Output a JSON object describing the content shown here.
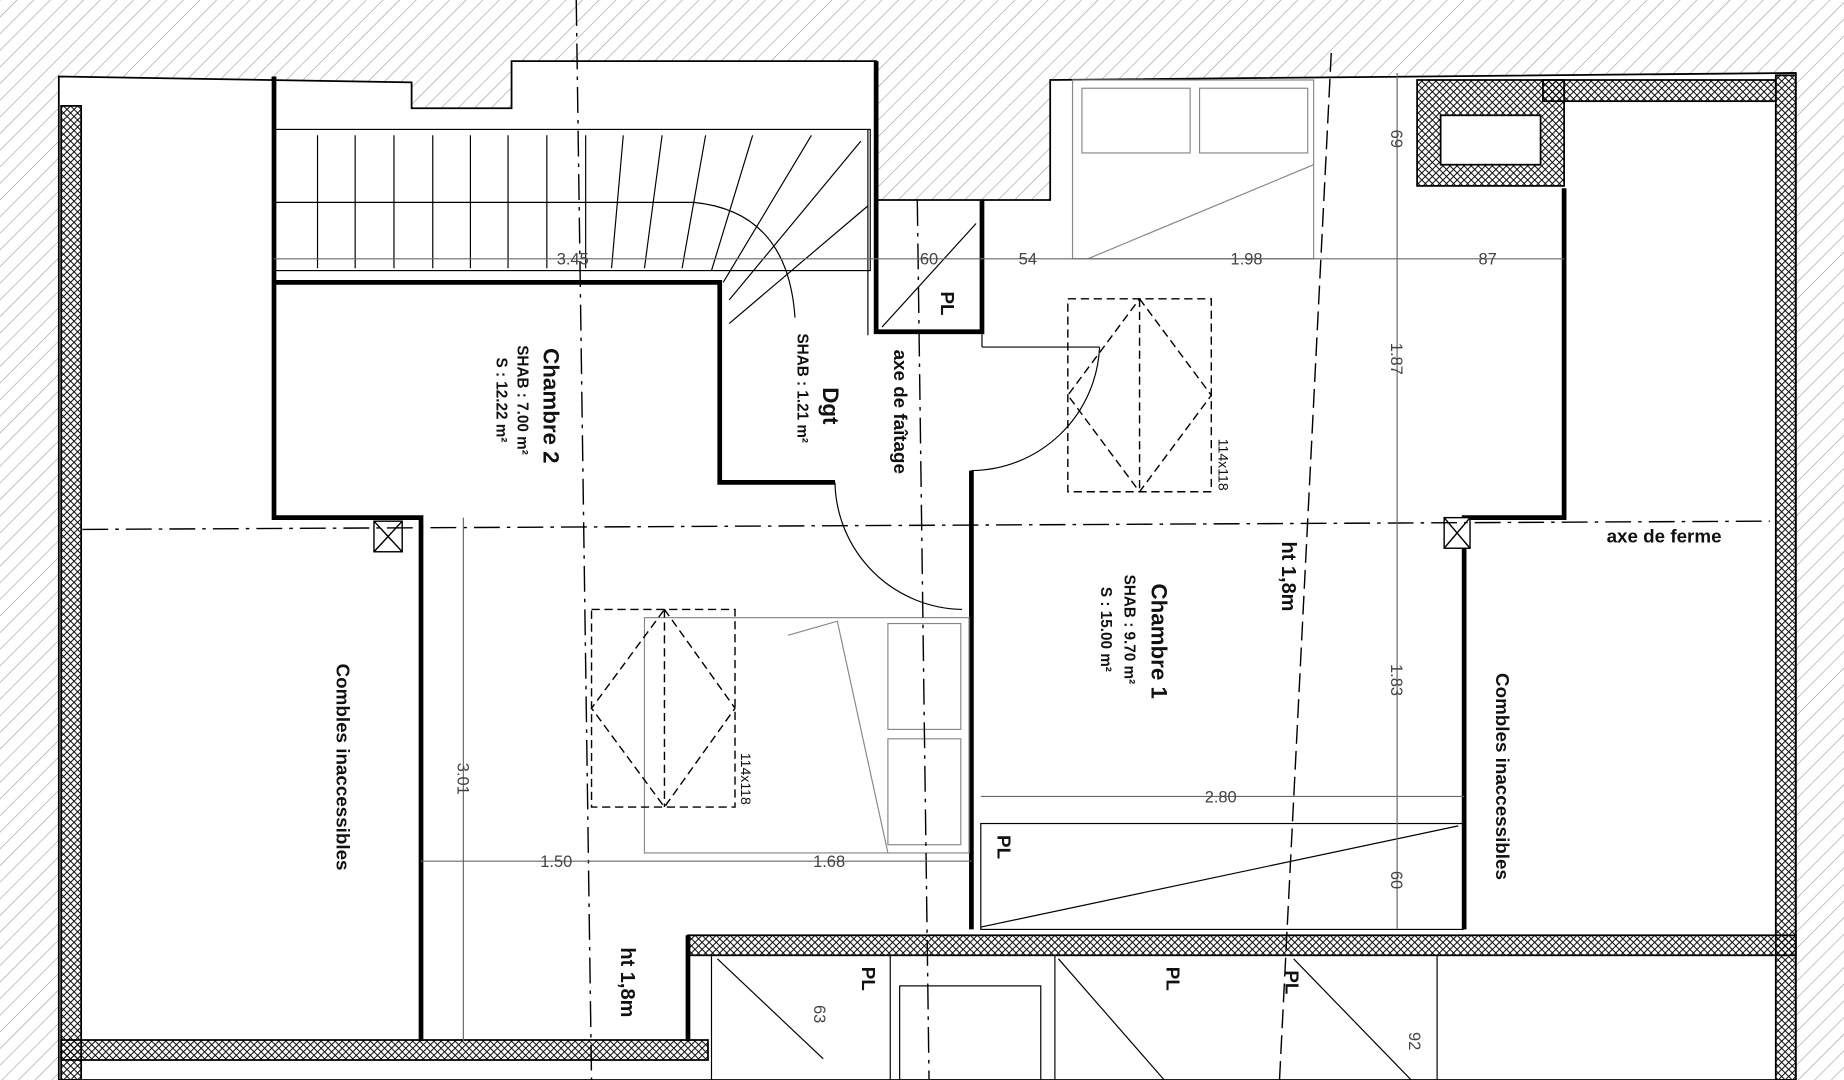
{
  "plan": {
    "rooms": [
      {
        "name": "Chambre 2",
        "shab": "SHAB : 7.00 m²",
        "surface": "S : 12.22 m²"
      },
      {
        "name": "Dgt",
        "shab": "SHAB : 1.21 m²"
      },
      {
        "name": "Chambre 1",
        "shab": "SHAB : 9.70 m²",
        "surface": "S : 15.00 m²"
      }
    ],
    "combles_left": "Combles inaccessibles",
    "combles_right": "Combles inaccessibles",
    "axis_faitage": "axe de faîtage",
    "axis_ferme": "axe de ferme",
    "height_line_1": "ht 1,8m",
    "height_line_2": "ht 1,8m",
    "placards": [
      "PL",
      "PL",
      "PL",
      "PL",
      "PL"
    ],
    "skylights": [
      "114x118",
      "114x118"
    ],
    "dimensions": {
      "d345": "3.45",
      "d60a": "60",
      "d54": "54",
      "d198": "1.98",
      "d87": "87",
      "d69": "69",
      "d187": "1.87",
      "d183": "1.83",
      "d60b": "60",
      "d280": "2.80",
      "d301": "3.01",
      "d150": "1.50",
      "d168": "1.68",
      "d63": "63",
      "d92": "92"
    },
    "colors": {
      "wall": "#000000",
      "hatch": "#9a9a9a",
      "dimension": "#444444"
    }
  }
}
